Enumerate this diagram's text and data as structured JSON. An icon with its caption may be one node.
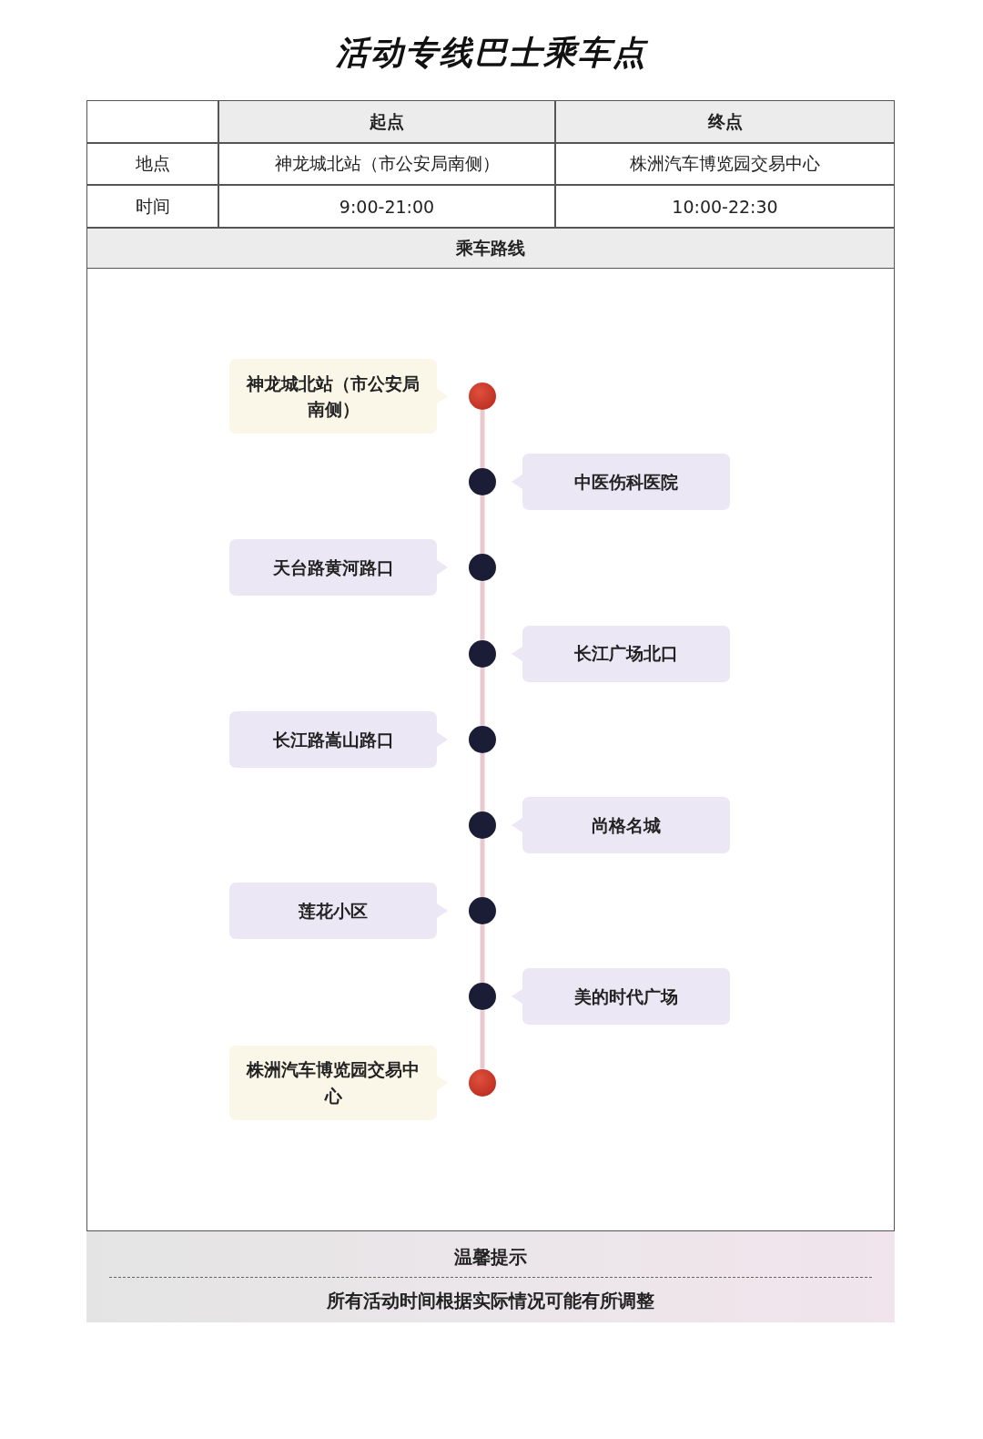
{
  "diagram": {
    "title": "活动专线巴士乘车点",
    "nodes": [
      {
        "text": [
          "神龙城北站（市公安局南侧）"
        ]
      },
      {
        "text": [],
        "shape": "circle"
      },
      {
        "text": [],
        "shape": "circle"
      },
      {
        "text": [
          "中医伤科医院"
        ]
      },
      {
        "text": [
          "天台路黄河路口"
        ]
      },
      {
        "text": [],
        "shape": "circle"
      },
      {
        "text": [],
        "shape": "circle"
      },
      {
        "text": [
          "长江广场北口"
        ]
      },
      {
        "text": [
          "长江路嵩山路口"
        ]
      },
      {
        "text": [],
        "shape": "circle"
      },
      {
        "text": [],
        "shape": "circle"
      },
      {
        "text": [
          "尚格名城"
        ]
      },
      {
        "text": [
          "莲花小区"
        ]
      },
      {
        "text": [],
        "shape": "circle"
      },
      {
        "text": [],
        "shape": "circle"
      },
      {
        "text": [
          "美的时代广场"
        ]
      },
      {
        "text": [
          "株洲汽车博览园交易中心"
        ]
      },
      {
        "text": [],
        "shape": "circle"
      }
    ],
    "edges": [
      {
        "from": 1,
        "to": 2,
        "arrow": "none"
      },
      {
        "from": 2,
        "to": 5,
        "arrow": "none"
      },
      {
        "from": 5,
        "to": 6,
        "arrow": "none"
      },
      {
        "from": 6,
        "to": 9,
        "arrow": "none"
      },
      {
        "from": 9,
        "to": 10,
        "arrow": "none"
      },
      {
        "from": 10,
        "to": 13,
        "arrow": "none"
      },
      {
        "from": 13,
        "to": 14,
        "arrow": "none"
      },
      {
        "from": 14,
        "to": 17,
        "arrow": "none"
      }
    ],
    "labels": [
      "起点",
      "终点",
      "地点",
      "神龙城北站（市公安局南侧）",
      "株洲汽车博览园交易中心",
      "时间",
      "9:00-21:00",
      "10:00-22:30",
      "乘车路线",
      "温馨提示",
      "所有活动时间根据实际情况可能有所调整"
    ]
  }
}
